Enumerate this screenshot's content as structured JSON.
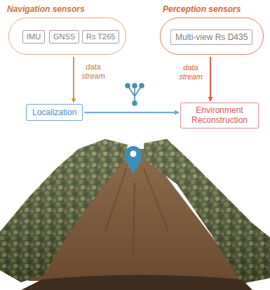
{
  "diagram": {
    "nodes": [
      {
        "text": [
          "Navigation sensors"
        ]
      },
      {
        "text": [
          "IMU"
        ],
        "in": 0
      },
      {
        "text": [
          "GNSS"
        ],
        "in": 0
      },
      {
        "text": [
          "Rs T265"
        ],
        "in": 0
      },
      {
        "text": [
          "Perception sensors"
        ]
      },
      {
        "text": [
          "Multi-view Rs D435"
        ],
        "in": 4
      },
      {
        "text": [
          "Localization"
        ]
      },
      {
        "text": [
          "Environment Reconstruction"
        ]
      }
    ],
    "edges": [
      {
        "from": 0,
        "to": 6,
        "arrow": "to",
        "label": "data stream"
      },
      {
        "from": 4,
        "to": 7,
        "arrow": "to",
        "label": "data stream"
      },
      {
        "from": 6,
        "to": 7,
        "arrow": "to"
      }
    ]
  }
}
